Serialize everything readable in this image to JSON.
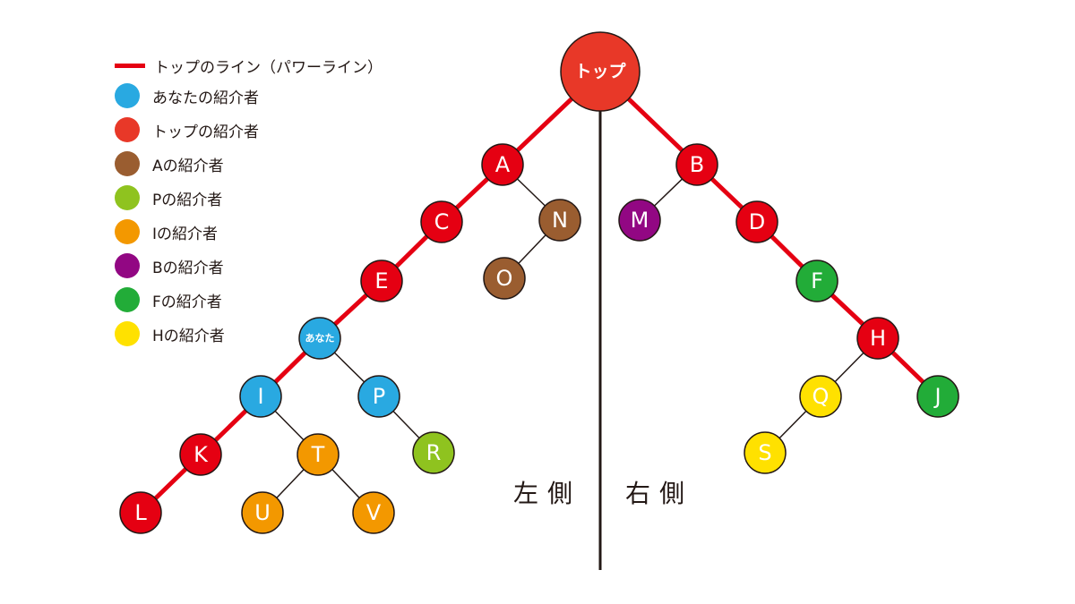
{
  "legend": {
    "line_label": "トップのライン（パワーライン）",
    "line_color": "#e50012",
    "items": [
      {
        "label": "あなたの紹介者",
        "color": "#29a9e1"
      },
      {
        "label": "トップの紹介者",
        "color": "#e83828"
      },
      {
        "label": "Aの紹介者",
        "color": "#9a5d30"
      },
      {
        "label": "Pの紹介者",
        "color": "#8fc31f"
      },
      {
        "label": "Iの紹介者",
        "color": "#f39800"
      },
      {
        "label": "Bの紹介者",
        "color": "#920783"
      },
      {
        "label": "Fの紹介者",
        "color": "#22ac38"
      },
      {
        "label": "Hの紹介者",
        "color": "#ffe100"
      }
    ]
  },
  "labels": {
    "left_side": "左側",
    "right_side": "右側"
  },
  "nodes": [
    {
      "id": "top",
      "label": "トップ",
      "color": "#e83828",
      "power": true
    },
    {
      "id": "A",
      "label": "A",
      "color": "#e50012",
      "power": true
    },
    {
      "id": "B",
      "label": "B",
      "color": "#e50012",
      "power": true
    },
    {
      "id": "C",
      "label": "C",
      "color": "#e50012",
      "power": true
    },
    {
      "id": "N",
      "label": "N",
      "color": "#9a5d30"
    },
    {
      "id": "O",
      "label": "O",
      "color": "#9a5d30"
    },
    {
      "id": "E",
      "label": "E",
      "color": "#e50012",
      "power": true
    },
    {
      "id": "you",
      "label": "あなた",
      "color": "#29a9e1",
      "power": true
    },
    {
      "id": "I",
      "label": "I",
      "color": "#29a9e1",
      "power": true
    },
    {
      "id": "P",
      "label": "P",
      "color": "#29a9e1"
    },
    {
      "id": "R",
      "label": "R",
      "color": "#8fc31f"
    },
    {
      "id": "K",
      "label": "K",
      "color": "#e50012",
      "power": true
    },
    {
      "id": "L",
      "label": "L",
      "color": "#e50012",
      "power": true
    },
    {
      "id": "T",
      "label": "T",
      "color": "#f39800"
    },
    {
      "id": "U",
      "label": "U",
      "color": "#f39800"
    },
    {
      "id": "V",
      "label": "V",
      "color": "#f39800"
    },
    {
      "id": "M",
      "label": "M",
      "color": "#920783"
    },
    {
      "id": "D",
      "label": "D",
      "color": "#e50012",
      "power": true
    },
    {
      "id": "F",
      "label": "F",
      "color": "#22ac38",
      "power": true
    },
    {
      "id": "H",
      "label": "H",
      "color": "#e50012",
      "power": true
    },
    {
      "id": "Q",
      "label": "Q",
      "color": "#ffe100"
    },
    {
      "id": "S",
      "label": "S",
      "color": "#ffe100"
    },
    {
      "id": "J",
      "label": "J",
      "color": "#22ac38",
      "power": true
    }
  ],
  "edges": [
    {
      "from": "top",
      "to": "A",
      "power": true
    },
    {
      "from": "top",
      "to": "B",
      "power": true
    },
    {
      "from": "A",
      "to": "C",
      "power": true
    },
    {
      "from": "A",
      "to": "N"
    },
    {
      "from": "N",
      "to": "O"
    },
    {
      "from": "C",
      "to": "E",
      "power": true
    },
    {
      "from": "E",
      "to": "you",
      "power": true
    },
    {
      "from": "you",
      "to": "I",
      "power": true
    },
    {
      "from": "you",
      "to": "P"
    },
    {
      "from": "P",
      "to": "R"
    },
    {
      "from": "I",
      "to": "K",
      "power": true
    },
    {
      "from": "K",
      "to": "L",
      "power": true
    },
    {
      "from": "I",
      "to": "T"
    },
    {
      "from": "T",
      "to": "U"
    },
    {
      "from": "T",
      "to": "V"
    },
    {
      "from": "B",
      "to": "M"
    },
    {
      "from": "B",
      "to": "D",
      "power": true
    },
    {
      "from": "D",
      "to": "F",
      "power": true
    },
    {
      "from": "F",
      "to": "H",
      "power": true
    },
    {
      "from": "H",
      "to": "Q"
    },
    {
      "from": "Q",
      "to": "S"
    },
    {
      "from": "H",
      "to": "J",
      "power": true
    }
  ]
}
